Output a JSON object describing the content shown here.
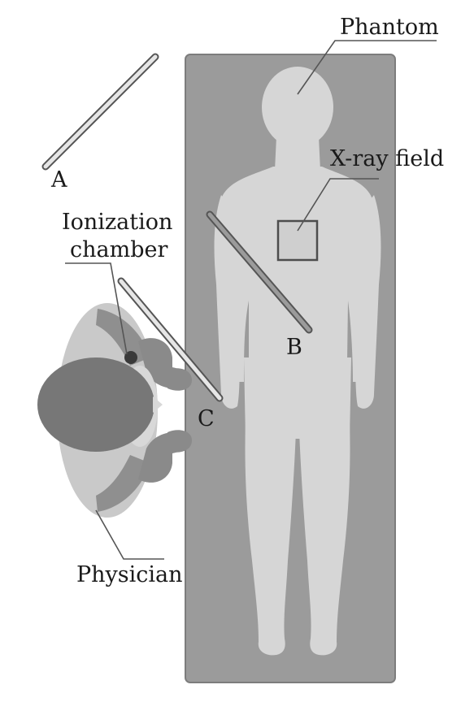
{
  "labels": {
    "phantom": "Phantom",
    "xray_field": "X-ray field",
    "ionization_line1": "Ionization",
    "ionization_line2": "chamber",
    "physician": "Physician",
    "pos_a": "A",
    "pos_b": "B",
    "pos_c": "C"
  },
  "colors": {
    "table": "#9b9b9b",
    "table_border": "#7d7d7d",
    "phantom_body": "#d6d6d6",
    "field_fill": "#cfcfcf",
    "field_border": "#4d4d4d",
    "physician_body": "#c9c9c9",
    "physician_head": "#7a7a7a",
    "physician_dark": "#7a7a7a",
    "chamber": "#3a3a3a",
    "leader": "#555555",
    "shield_edge": "#555555",
    "shield_fill": "#e6e6e6"
  }
}
